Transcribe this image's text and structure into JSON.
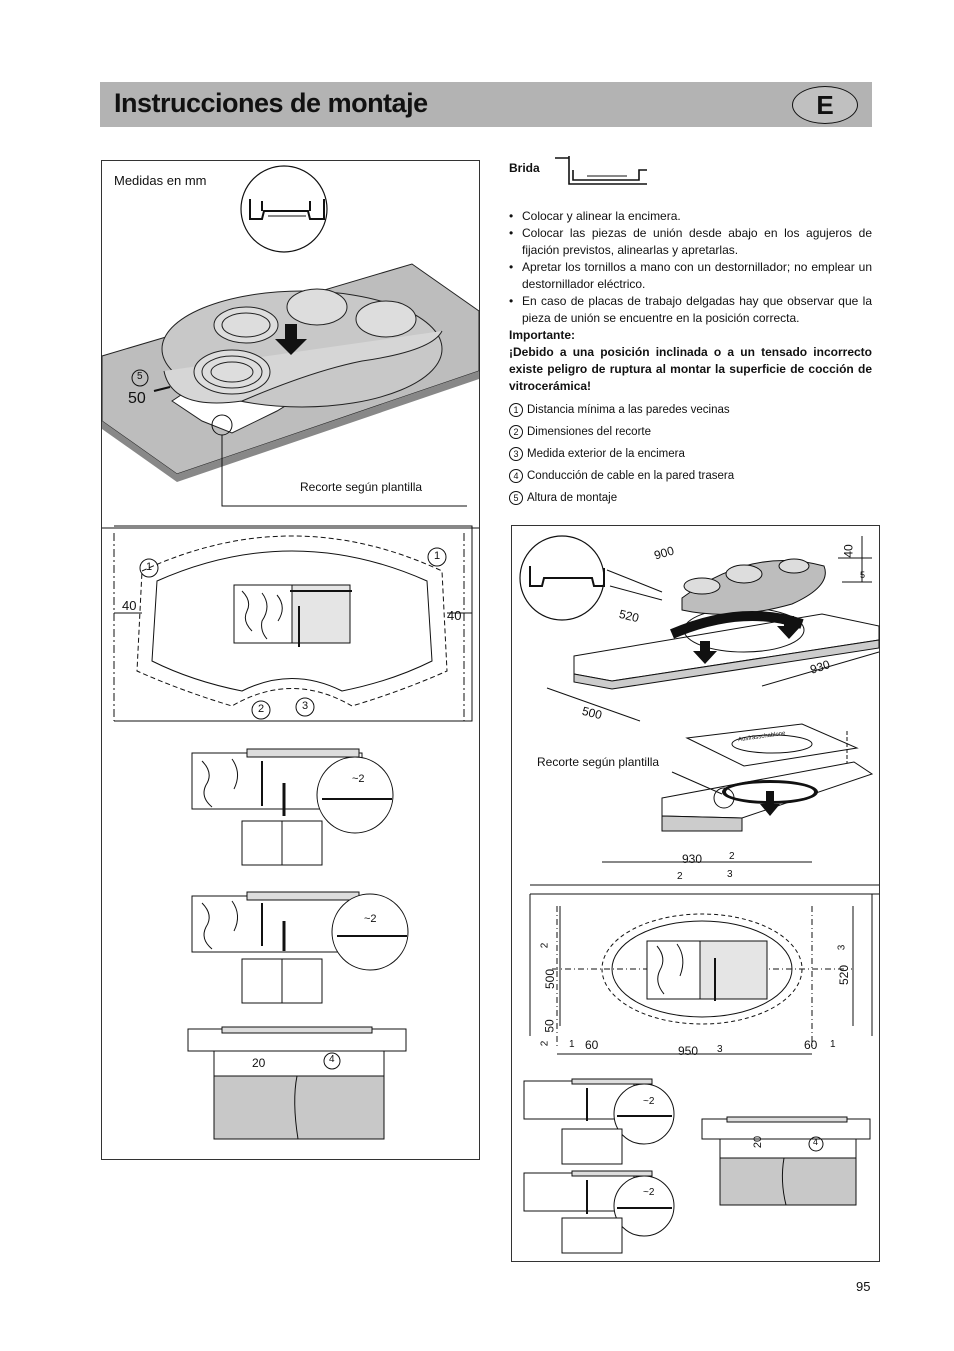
{
  "header": {
    "title": "Instrucciones de montaje",
    "lang": "E"
  },
  "left_panel": {
    "units_label": "Medidas en mm",
    "cutout_label": "Recorte según plantilla",
    "dim_50": "50",
    "num_5": "5",
    "dim_40_left": "40",
    "dim_40_right": "40",
    "num_1a": "1",
    "num_1b": "1",
    "num_2": "2",
    "num_3": "3",
    "gap_a": "~2",
    "gap_b": "~2",
    "dim_20": "20",
    "num_4": "4"
  },
  "instructions": {
    "brida_title": "Brida",
    "bullets": [
      "Colocar y alinear la encimera.",
      "Colocar las piezas de unión desde abajo en los agujeros de fijación previstos, alinearlas y apretarlas.",
      "Apretar los tornillos a mano con un destornillador; no emplear un destornillador eléctrico.",
      "En caso de placas de trabajo delgadas hay que observar que la pieza de unión se encuentre en la posición correcta."
    ],
    "important_label": "Importante:",
    "warning": "¡Debido a una posición inclinada o a un tensado incorrecto existe peligro de ruptura al montar la superficie de cocción de vitrocerámica!",
    "legend": [
      {
        "num": "1",
        "text": "Distancia mínima a las paredes vecinas"
      },
      {
        "num": "2",
        "text": "Dimensiones del recorte"
      },
      {
        "num": "3",
        "text": "Medida exterior de la encimera"
      },
      {
        "num": "4",
        "text": "Conducción de cable en la pared trasera"
      },
      {
        "num": "5",
        "text": "Altura de montaje"
      }
    ]
  },
  "right_panel": {
    "dim_900": "900",
    "dim_40": "40",
    "num_5": "5",
    "dim_520": "520",
    "dim_930": "930",
    "dim_500": "500",
    "cutout_label": "Recorte según plantilla",
    "template_text": "Ausfrässchablone",
    "plan_930": "930",
    "plan_num2_top": "2",
    "plan_num2_a": "2",
    "plan_num3_a": "3",
    "plan_500": "500",
    "plan_num2_left": "2",
    "plan_50": "50",
    "plan_num2_left2": "2",
    "plan_520": "520",
    "plan_num3_right": "3",
    "plan_num1_left": "1",
    "plan_60_left": "60",
    "plan_950": "950",
    "plan_num3_bottom": "3",
    "plan_60_right": "60",
    "plan_num1_right": "1",
    "gap_a": "~2",
    "gap_b": "~2",
    "dim_20": "20",
    "num_4": "4"
  },
  "page": {
    "number": "95"
  }
}
